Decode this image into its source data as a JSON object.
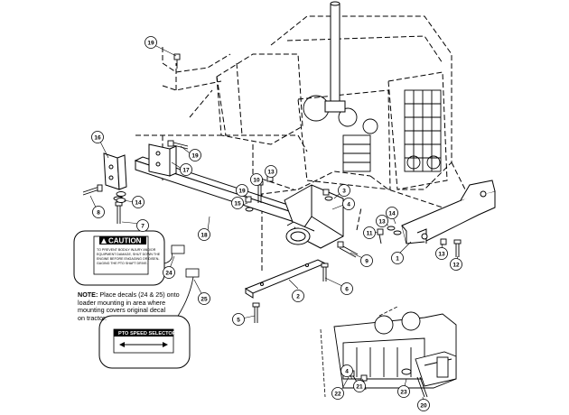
{
  "callouts": {
    "c1": "1",
    "c2": "2",
    "c3": "3",
    "c4": "4",
    "c5": "5",
    "c6": "6",
    "c7": "7",
    "c8": "8",
    "c9": "9",
    "c10": "10",
    "c11": "11",
    "c12": "12",
    "c13a": "13",
    "c13b": "13",
    "c13c": "13",
    "c14a": "14",
    "c14b": "14",
    "c15": "15",
    "c16": "16",
    "c17": "17",
    "c18": "18",
    "c19a": "19",
    "c19b": "19",
    "c19c": "19",
    "c20": "20",
    "c21": "21",
    "c22": "22",
    "c23": "23",
    "c24": "24",
    "c25": "25"
  },
  "note": {
    "label": "NOTE:",
    "line1": " Place decals (24 & 25) onto",
    "line2": "loader mounting in area where",
    "line3": "mounting covers original decal",
    "line4": "on tractor."
  },
  "caution_decal": {
    "header": "CAUTION",
    "line1": "TO PREVENT BODILY INJURY AND/OR",
    "line2": "EQUIPMENT DAMAGE, SHUT DOWN THE",
    "line3": "ENGINE BEFORE ENGAGING OR DISEN-",
    "line4": "GAGING THE PTO SHAFT DRIVE."
  },
  "pto_decal": {
    "title": "PTO SPEED SELECTOR"
  }
}
